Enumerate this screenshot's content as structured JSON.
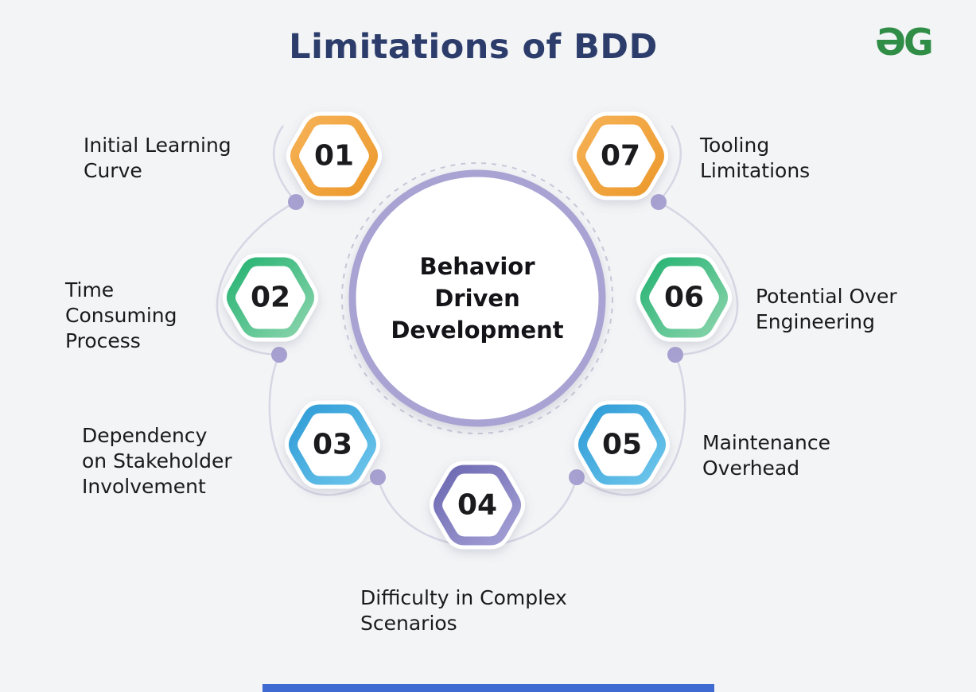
{
  "title": "Limitations of BDD",
  "logo": {
    "name": "geeksforgeeks-logo",
    "glyph": "ƏG",
    "color": "#2F8D46"
  },
  "center_label": "Behavior\nDriven\nDevelopment",
  "items": [
    {
      "num": "01",
      "label": "Initial Learning\nCurve",
      "color_from": "#F6B257",
      "color_to": "#EC992B"
    },
    {
      "num": "02",
      "label": "Time\nConsuming\nProcess",
      "color_from": "#25B372",
      "color_to": "#8AD4AC"
    },
    {
      "num": "03",
      "label": "Dependency\non Stakeholder\nInvolvement",
      "color_from": "#2E9BD6",
      "color_to": "#6FC7EC"
    },
    {
      "num": "04",
      "label": "Difficulty in Complex\nScenarios",
      "color_from": "#6B67B1",
      "color_to": "#A5A1D6"
    },
    {
      "num": "05",
      "label": "Maintenance\nOverhead",
      "color_from": "#2E9BD6",
      "color_to": "#6FC7EC"
    },
    {
      "num": "06",
      "label": "Potential Over\nEngineering",
      "color_from": "#25B372",
      "color_to": "#8AD4AC"
    },
    {
      "num": "07",
      "label": "Tooling\nLimitations",
      "color_from": "#F6B257",
      "color_to": "#EC992B"
    }
  ],
  "colors": {
    "background": "#F3F4F6",
    "title": "#2C3D6B",
    "ring": "#A8A3D2",
    "dashed_ring": "#C9C7D8",
    "connector": "#D8D6E4",
    "dot": "#A7A1D1",
    "text": "#1A1A1A",
    "bottom_bar": "#3F6AD1"
  }
}
